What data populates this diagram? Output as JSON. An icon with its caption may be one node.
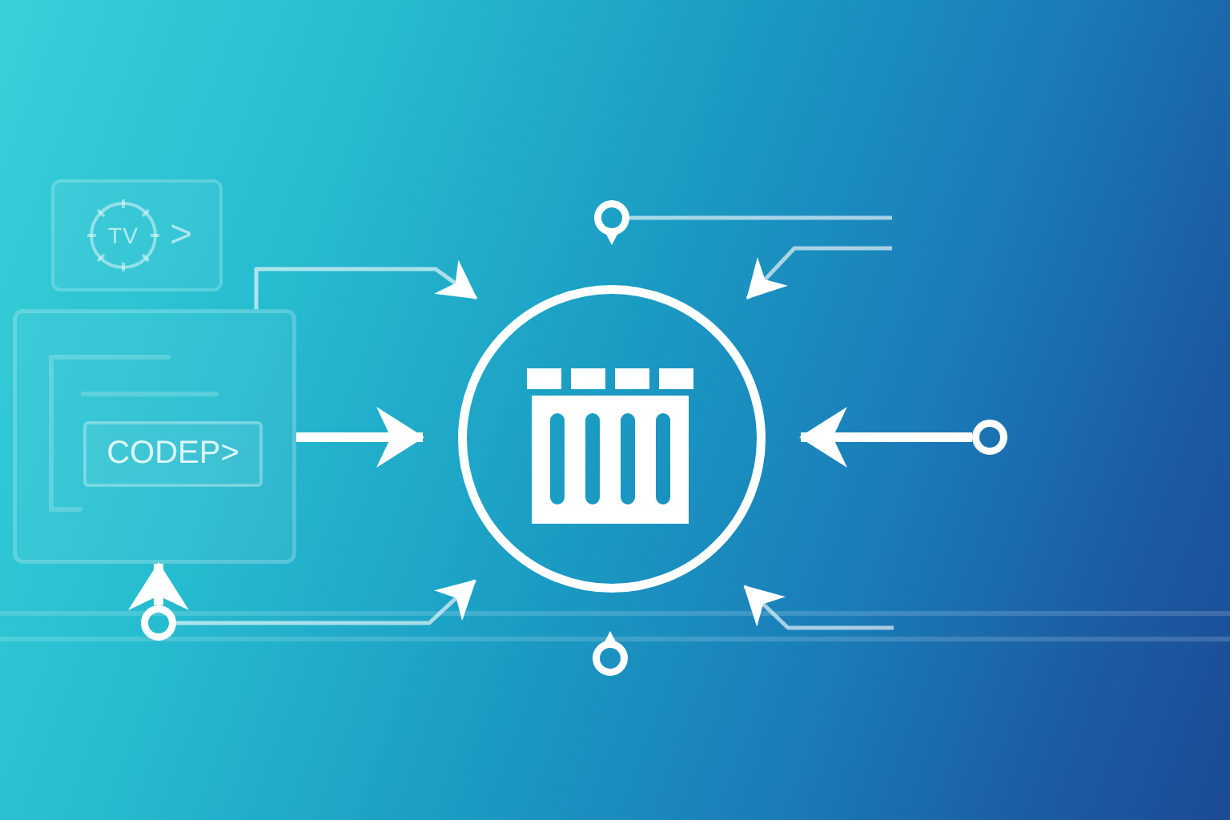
{
  "diagram": {
    "nodes": [
      {
        "text": [
          "TV",
          ">"
        ]
      },
      {
        "text": [],
        "shape": "box"
      },
      {
        "text": [
          "CODEP>"
        ],
        "in": 1
      },
      {
        "text": [],
        "shape": "circle"
      },
      {
        "text": [],
        "shape": "circle"
      },
      {
        "text": [],
        "shape": "circle"
      },
      {
        "text": [],
        "shape": "circle"
      }
    ],
    "edges": [
      {
        "from": 1,
        "to": 3,
        "arrow": "to"
      },
      {
        "from": 1,
        "to": 3,
        "arrow": "to",
        "style": "thick"
      },
      {
        "from": 6,
        "to": 1,
        "arrow": "to",
        "style": "thick"
      },
      {
        "from": 6,
        "to": 3,
        "arrow": "to"
      },
      {
        "from": 4,
        "to": null,
        "arrow": "none"
      },
      {
        "from": null,
        "to": 3,
        "arrow": "to"
      },
      {
        "from": 5,
        "to": 3,
        "arrow": "to",
        "style": "thick"
      },
      {
        "from": null,
        "to": 3,
        "arrow": "to"
      }
    ]
  }
}
